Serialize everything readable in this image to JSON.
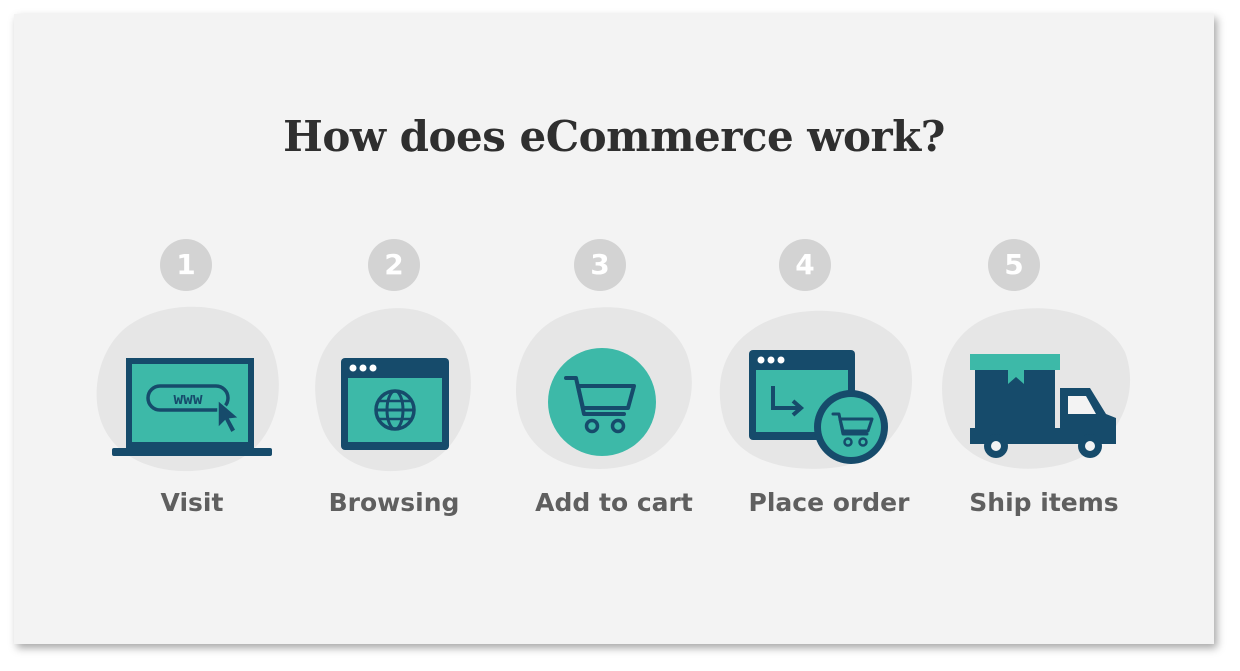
{
  "title": "How does eCommerce work?",
  "colors": {
    "navy": "#164b6b",
    "teal": "#3db9a8",
    "blob": "#e6e6e6",
    "badge": "#d3d3d3",
    "label": "#5f5f5f"
  },
  "steps": [
    {
      "number": "1",
      "label": "Visit",
      "icon": "laptop-www-icon",
      "icon_text": "www"
    },
    {
      "number": "2",
      "label": "Browsing",
      "icon": "browser-globe-icon"
    },
    {
      "number": "3",
      "label": "Add to cart",
      "icon": "shopping-cart-icon"
    },
    {
      "number": "4",
      "label": "Place order",
      "icon": "browser-order-cart-icon"
    },
    {
      "number": "5",
      "label": "Ship items",
      "icon": "delivery-truck-icon"
    }
  ]
}
